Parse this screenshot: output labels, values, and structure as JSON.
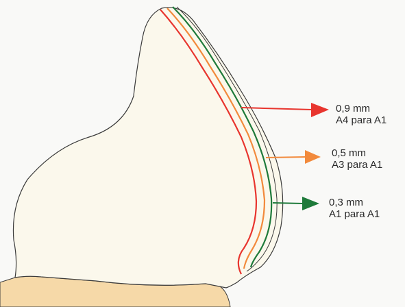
{
  "layers": [
    {
      "thickness": "0,9 mm",
      "shades": "A4 para A1",
      "color": "#e8352e"
    },
    {
      "thickness": "0,5 mm",
      "shades": "A3 para A1",
      "color": "#f28a3c"
    },
    {
      "thickness": "0,3 mm",
      "shades": "A1 para A1",
      "color": "#1e7a3a"
    }
  ],
  "colors": {
    "background": "#f9f9f7",
    "crown_fill": "#fbf8ec",
    "root_fill": "#f6d9a8",
    "outline": "#3a3a3a"
  }
}
